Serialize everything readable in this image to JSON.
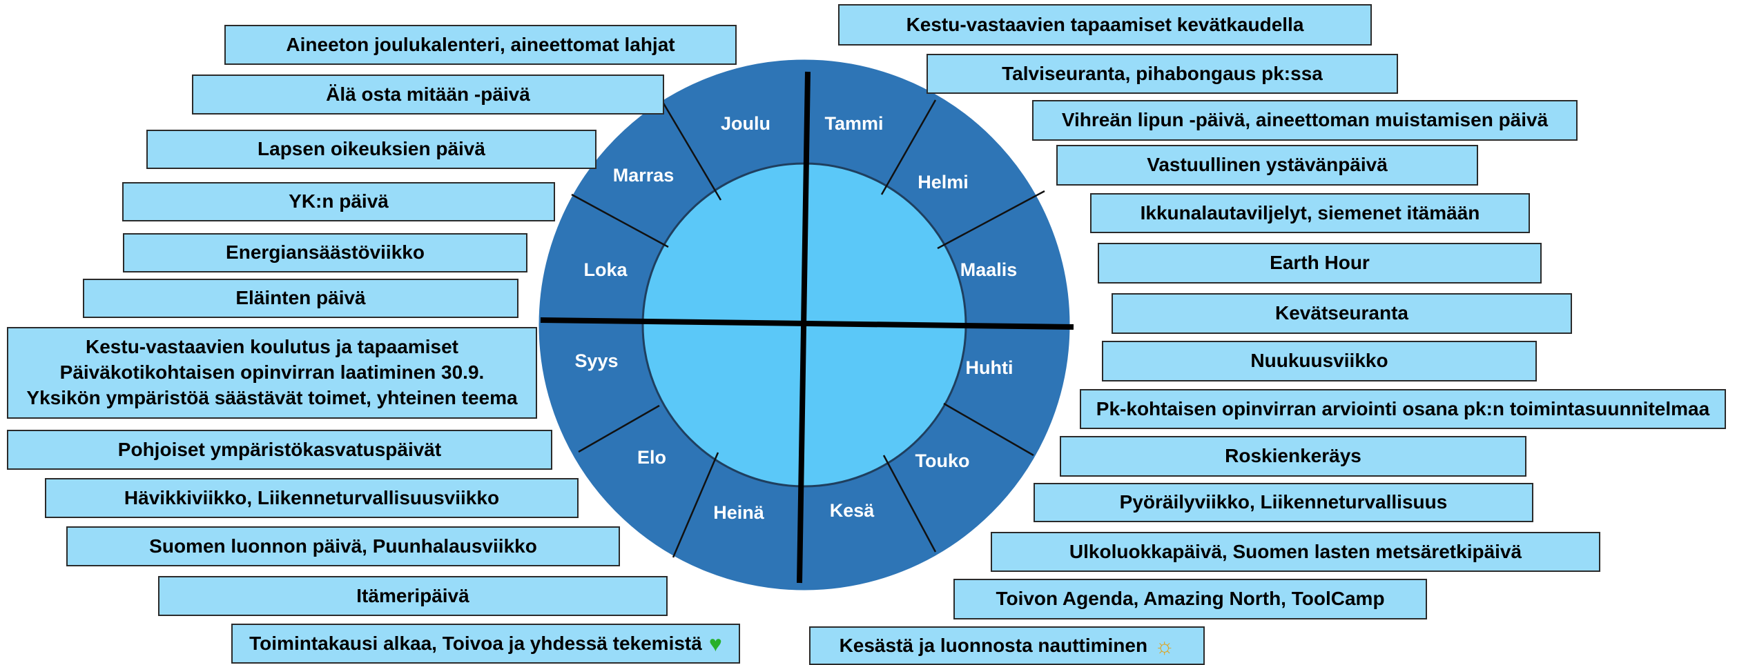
{
  "months": {
    "tammi": "Tammi",
    "helmi": "Helmi",
    "maalis": "Maalis",
    "huhti": "Huhti",
    "touko": "Touko",
    "kesa": "Kesä",
    "heina": "Heinä",
    "elo": "Elo",
    "syys": "Syys",
    "loka": "Loka",
    "marras": "Marras",
    "joulu": "Joulu"
  },
  "right_events": {
    "e1": "Kestu-vastaavien tapaamiset kevätkaudella",
    "e2": "Talviseuranta, pihabongaus pk:ssa",
    "e3": "Vihreän lipun -päivä, aineettoman muistamisen päivä",
    "e4": "Vastuullinen ystävänpäivä",
    "e5": "Ikkunalautaviljelyt, siemenet itämään",
    "e6": "Earth Hour",
    "e7": "Kevätseuranta",
    "e8": "Nuukuusviikko",
    "e9": "Pk-kohtaisen opinvirran arviointi osana pk:n toimintasuunnitelmaa",
    "e10": "Roskienkeräys",
    "e11": "Pyöräilyviikko, Liikenneturvallisuus",
    "e12": "Ulkoluokkapäivä, Suomen lasten metsäretkipäivä",
    "e13": "Toivon Agenda,  Amazing North, ToolCamp",
    "e14": "Kesästä ja luonnosta nauttiminen"
  },
  "left_events": {
    "e1": "Aineeton joulukalenteri, aineettomat lahjat",
    "e2": "Älä osta mitään -päivä",
    "e3": "Lapsen oikeuksien päivä",
    "e4": "YK:n päivä",
    "e5": "Energiansäästöviikko",
    "e6": "Eläinten päivä",
    "e7": [
      "Kestu-vastaavien koulutus ja tapaamiset",
      "Päiväkotikohtaisen opinvirran laatiminen 30.9.",
      "Yksikön ympäristöä säästävät toimet, yhteinen teema"
    ],
    "e8": "Pohjoiset ympäristökasvatuspäivät",
    "e9": "Hävikkiviikko, Liikenneturvallisuusviikko",
    "e10": "Suomen luonnon päivä, Puunhalausviikko",
    "e11": "Itämeripäivä",
    "e12": "Toimintakausi alkaa, Toivoa ja yhdessä tekemistä"
  },
  "icons": {
    "heart": "green-heart-icon",
    "sun": "sun-icon"
  },
  "colors": {
    "ring": "#2e75b6",
    "inner": "#5bc8f8",
    "box": "#99dcf9",
    "heart": "#28b02a",
    "sun": "#e0a21a"
  }
}
